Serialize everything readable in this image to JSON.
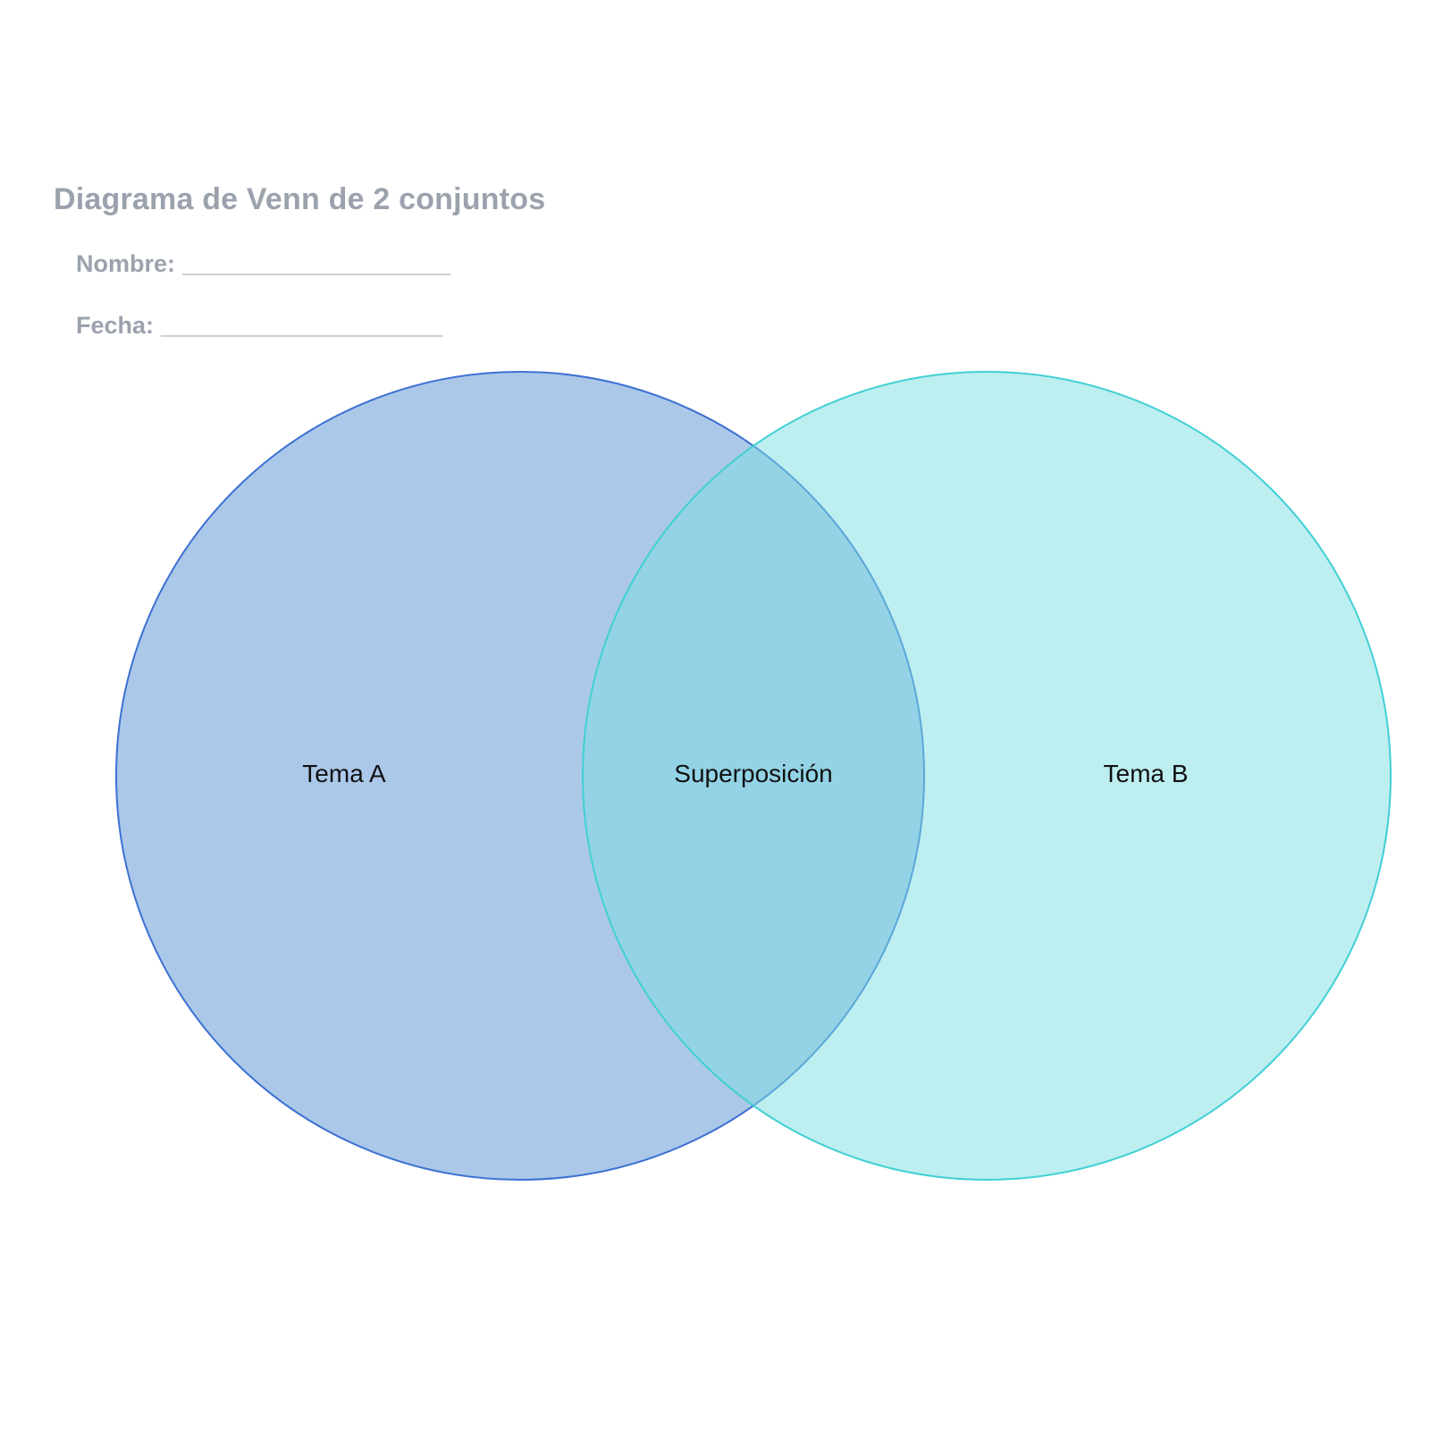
{
  "page": {
    "title": "Diagrama de Venn de 2 conjuntos"
  },
  "form": {
    "name_label": "Nombre:",
    "name_blank": "____________________",
    "date_label": "Fecha:",
    "date_blank": "_____________________"
  },
  "diagram": {
    "type": "venn-2-sets",
    "set_a": {
      "label": "Tema A",
      "fill": "#5791d3",
      "stroke": "#3d71d2"
    },
    "set_b": {
      "label": "Tema B",
      "fill": "#7bdde1",
      "stroke": "#41d0d4"
    },
    "overlap": {
      "label": "Superposición",
      "observed_color": "#93d2e5"
    }
  },
  "colors": {
    "heading_gray": "#9ba2ad",
    "label_black": "#111111",
    "canvas_bg": "#ffffff",
    "set_a_fill_observed": "#abc8e9",
    "set_b_fill_observed": "#bdeef0"
  }
}
